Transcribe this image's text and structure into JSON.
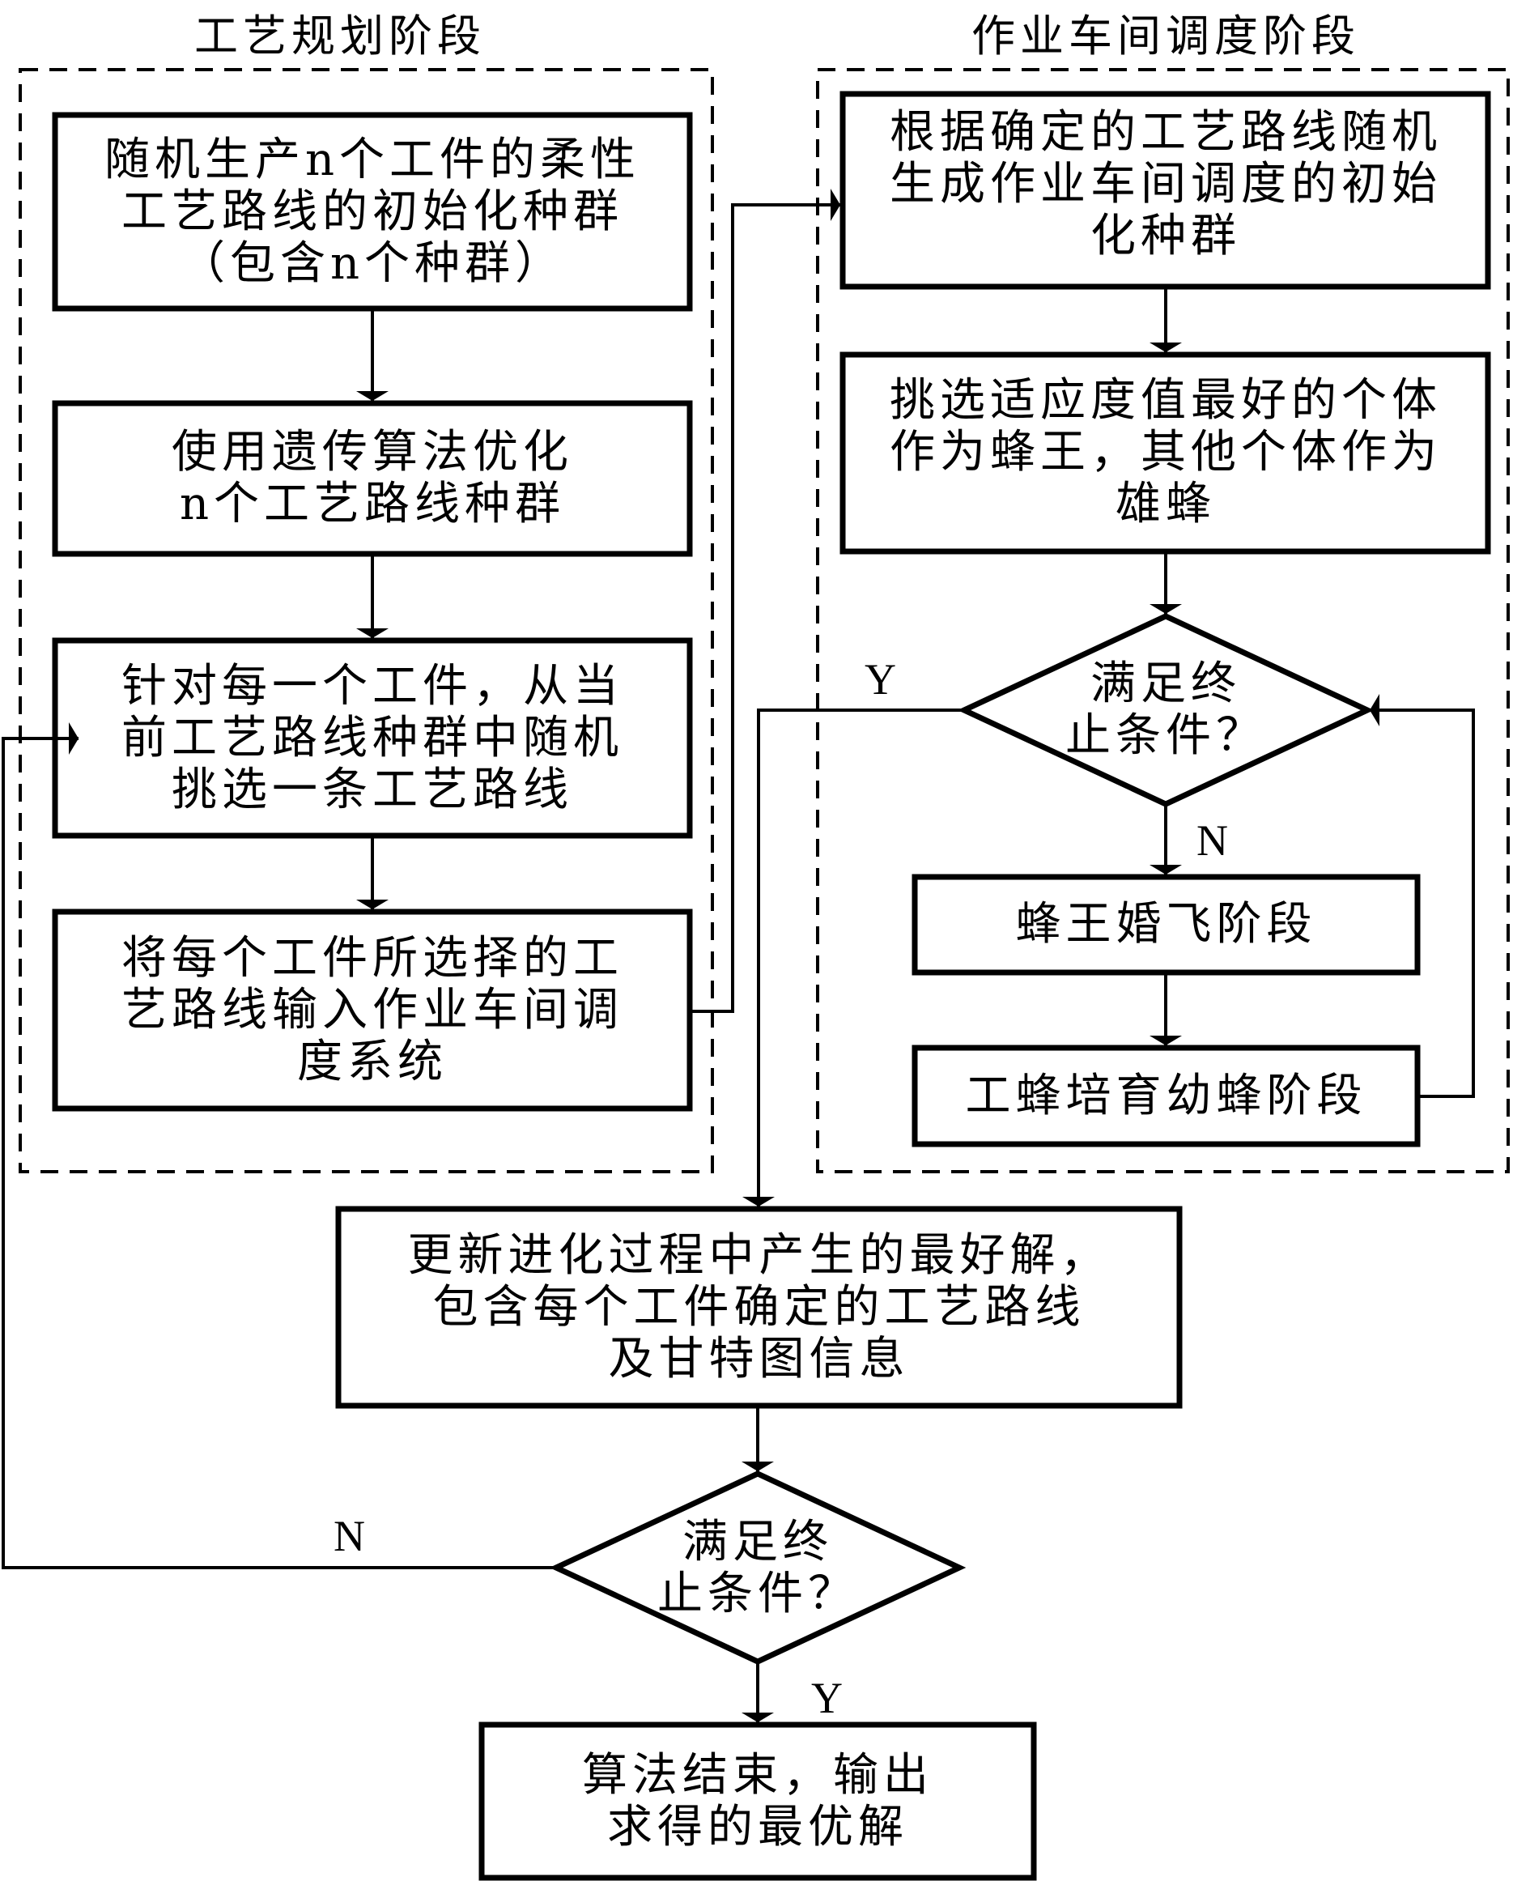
{
  "stages": {
    "left_title": "工艺规划阶段",
    "right_title": "作业车间调度阶段"
  },
  "left_nodes": [
    {
      "id": "init-process-population",
      "text": "随机生产n个工件的柔性\n工艺路线的初始化种群\n（包含n个种群）"
    },
    {
      "id": "ga-optimize",
      "text": "使用遗传算法优化\nn个工艺路线种群"
    },
    {
      "id": "select-route",
      "text": "针对每一个工件，从当\n前工艺路线种群中随机\n挑选一条工艺路线"
    },
    {
      "id": "input-routes",
      "text": "将每个工件所选择的工\n艺路线输入作业车间调\n度系统"
    }
  ],
  "right_nodes": [
    {
      "id": "init-schedule-population",
      "text": "根据确定的工艺路线随机\n生成作业车间调度的初始\n化种群"
    },
    {
      "id": "select-queen",
      "text": "挑选适应度值最好的个体\n作为蜂王，其他个体作为\n雄蜂"
    },
    {
      "id": "inner-decision",
      "text": "满足终\n止条件？"
    },
    {
      "id": "mating-flight",
      "text": "蜂王婚飞阶段"
    },
    {
      "id": "brood-care",
      "text": "工蜂培育幼蜂阶段"
    }
  ],
  "bottom_nodes": [
    {
      "id": "update-best",
      "text": "更新进化过程中产生的最好解，\n包含每个工件确定的工艺路线\n及甘特图信息"
    },
    {
      "id": "outer-decision",
      "text": "满足终\n止条件？"
    },
    {
      "id": "end",
      "text": "算法结束，输出\n求得的最优解"
    }
  ],
  "branch_labels": {
    "inner_yes": "Y",
    "inner_no": "N",
    "outer_no": "N",
    "outer_yes": "Y"
  }
}
